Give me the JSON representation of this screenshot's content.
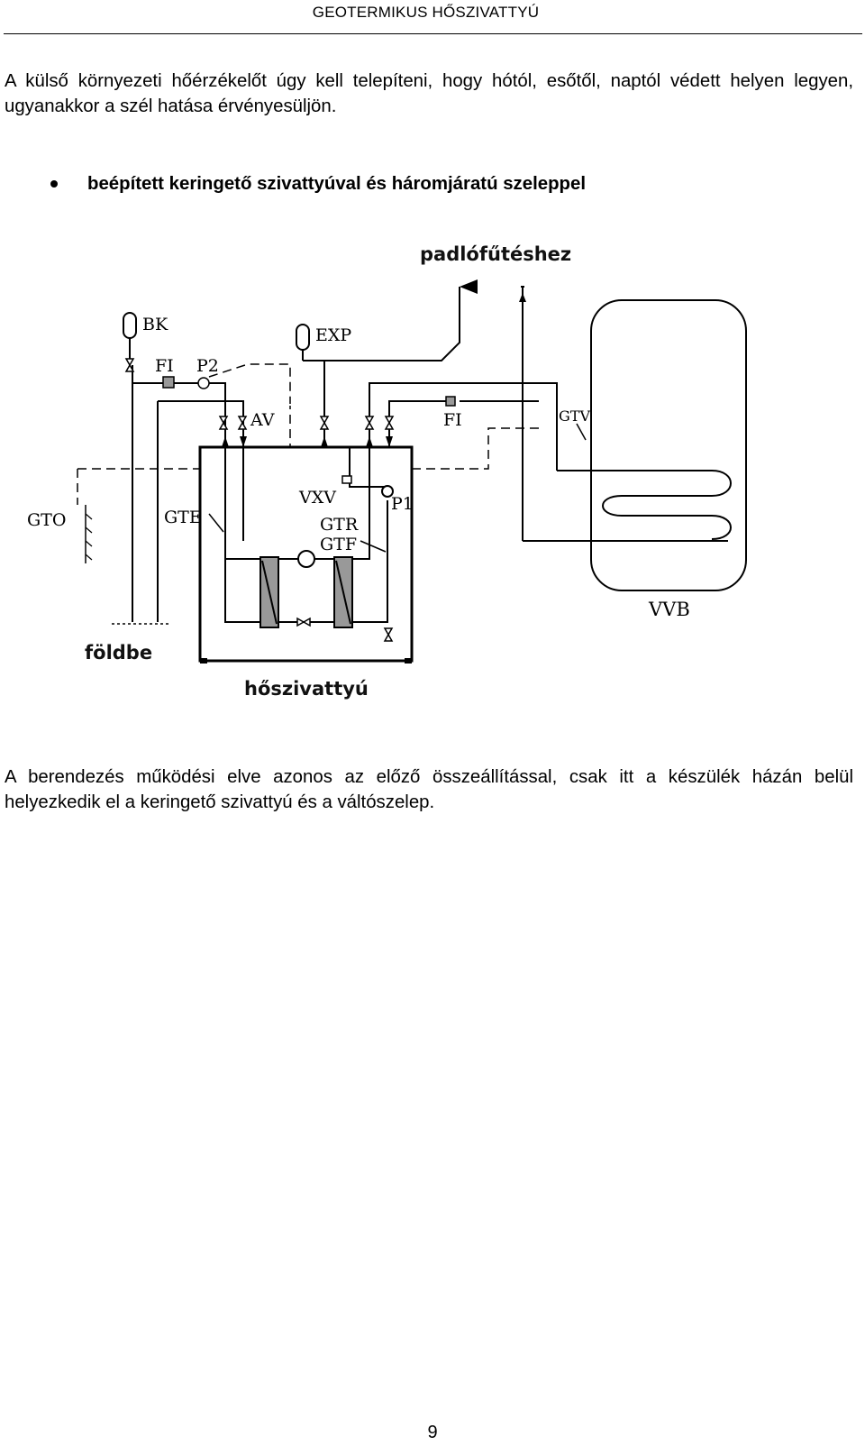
{
  "header": {
    "title": "GEOTERMIKUS HŐSZIVATTYÚ"
  },
  "intro_paragraph": "A külső környezeti hőérzékelőt úgy kell telepíteni, hogy hótól, esőtől, naptól védett helyen legyen, ugyanakkor a szél hatása érvényesüljön.",
  "bullet": {
    "text": "beépített keringető szivattyúval és háromjáratú szeleppel"
  },
  "diagram": {
    "labels": {
      "padlofuteshez": "padlófűtéshez",
      "bk": "BK",
      "exp": "EXP",
      "fi_left": "FI",
      "p2": "P2",
      "av": "AV",
      "fi_right": "FI",
      "gtv": "GTV",
      "vxv": "VXV",
      "p1": "P1",
      "gto": "GTO",
      "gte": "GTE",
      "gtr": "GTR",
      "gtf": "GTF",
      "vvb": "VVB",
      "foldbe": "földbe",
      "hoszivattyu": "hőszivattyú"
    }
  },
  "outro_paragraph": "A berendezés működési elve azonos az előző összeállítással, csak itt a készülék házán belül helyezkedik el a keringető szivattyú és a váltószelep.",
  "footer": {
    "page_number": "9"
  }
}
